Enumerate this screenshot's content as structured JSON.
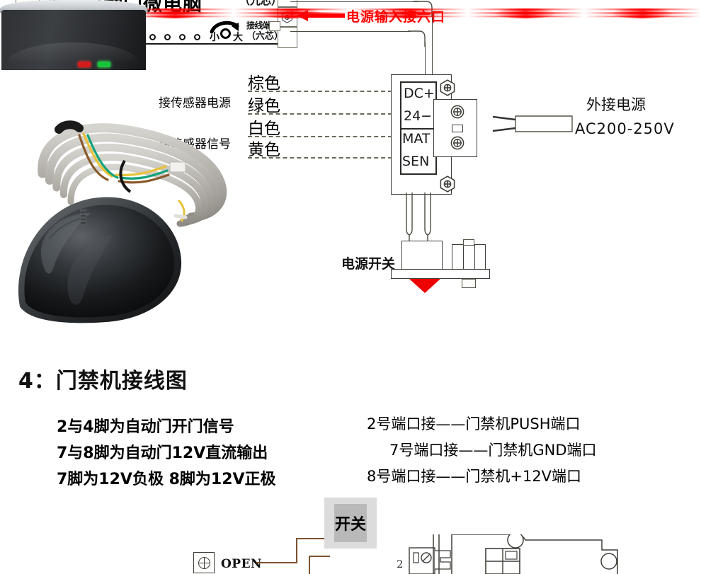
{
  "controller": {
    "title": "自动门微电脑",
    "nine_core_label": "（九芯）",
    "terminal_label_line1": "接线端",
    "terminal_label_line2": "（六芯）",
    "knob_small": "小",
    "knob_big": "大"
  },
  "power_input": {
    "label": "电源输入接六口",
    "color": "#ff0000",
    "arrow_icon": "left-arrow-icon"
  },
  "sensor_wiring": {
    "power_group_label": "接传感器电源",
    "signal_group_label": "接传感器信号",
    "wires": [
      {
        "color_name": "棕色",
        "terminal": "DC+"
      },
      {
        "color_name": "绿色",
        "terminal": "24−"
      },
      {
        "color_name": "白色",
        "terminal": "MAT"
      },
      {
        "color_name": "黄色",
        "terminal": "SEN"
      }
    ]
  },
  "terminal_block": {
    "terminals": [
      "DC+",
      "24−",
      "MAT",
      "SEN"
    ]
  },
  "external_power": {
    "label": "外接电源",
    "voltage": "AC200-250V"
  },
  "power_switch": {
    "label": "电源开关",
    "indicator_color": "#ee0000"
  },
  "section4": {
    "number": "4",
    "separator": "：",
    "title": "门禁机接线图",
    "left_specs": [
      "2与4脚为自动门开门信号",
      "7与8脚为自动门12V直流输出",
      "7脚为12V负极  8脚为12V正极"
    ],
    "right_notes": [
      "2号端口接——门禁机PUSH端口",
      "7号端口接——门禁机GND端口",
      "8号端口接——门禁机+12V端口"
    ]
  },
  "bottom_diagram": {
    "switch_box_label": "开关",
    "open_symbol_label": "OPEN",
    "connector_number": "2",
    "reader_led_red": "#d21b1b",
    "reader_led_green": "#19c33a"
  },
  "divider": {
    "accent_color": "#ff0000",
    "repeat_count": 6
  }
}
